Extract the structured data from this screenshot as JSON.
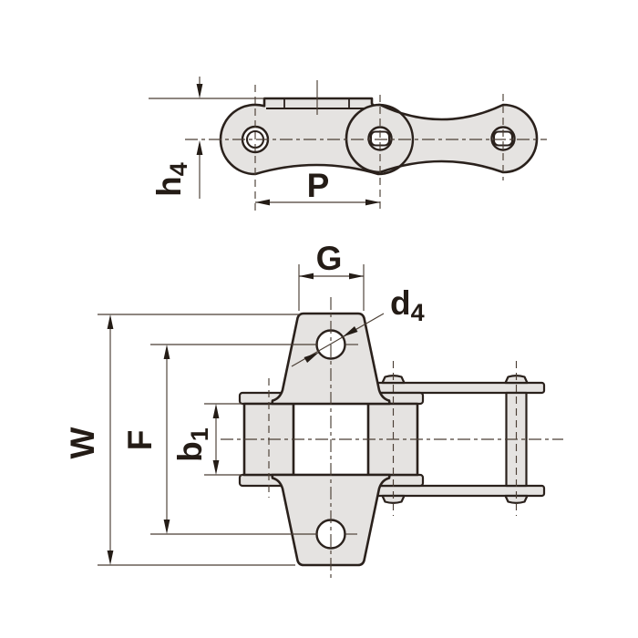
{
  "drawing": {
    "labels": {
      "h4": {
        "base": "h",
        "sub": "4"
      },
      "P": {
        "base": "P",
        "sub": ""
      },
      "G": {
        "base": "G",
        "sub": ""
      },
      "d4": {
        "base": "d",
        "sub": "4"
      },
      "W": {
        "base": "W",
        "sub": ""
      },
      "F": {
        "base": "F",
        "sub": ""
      },
      "b1": {
        "base": "b",
        "sub": "1"
      }
    },
    "colors": {
      "background": "#ffffff",
      "fill": "#e5e3e1",
      "outline": "#2a211c",
      "thinline": "#4a3e34",
      "ink": "#241c16"
    }
  }
}
